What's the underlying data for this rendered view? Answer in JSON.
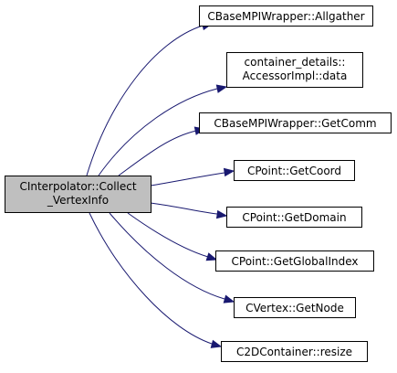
{
  "diagram": {
    "root": {
      "line1": "CInterpolator::Collect",
      "line2": "_VertexInfo"
    },
    "callees": [
      {
        "id": "allgather",
        "lines": [
          "CBaseMPIWrapper::Allgather"
        ]
      },
      {
        "id": "accessor-data",
        "lines": [
          "container_details::",
          "AccessorImpl::data"
        ]
      },
      {
        "id": "getcomm",
        "lines": [
          "CBaseMPIWrapper::GetComm"
        ]
      },
      {
        "id": "getcoord",
        "lines": [
          "CPoint::GetCoord"
        ]
      },
      {
        "id": "getdomain",
        "lines": [
          "CPoint::GetDomain"
        ]
      },
      {
        "id": "getglobalindex",
        "lines": [
          "CPoint::GetGlobalIndex"
        ]
      },
      {
        "id": "getnode",
        "lines": [
          "CVertex::GetNode"
        ]
      },
      {
        "id": "resize",
        "lines": [
          "C2DContainer::resize"
        ]
      }
    ],
    "colors": {
      "edge": "#191970",
      "root_fill": "#bfbfbf",
      "node_fill": "#ffffff",
      "border": "#000000"
    }
  }
}
